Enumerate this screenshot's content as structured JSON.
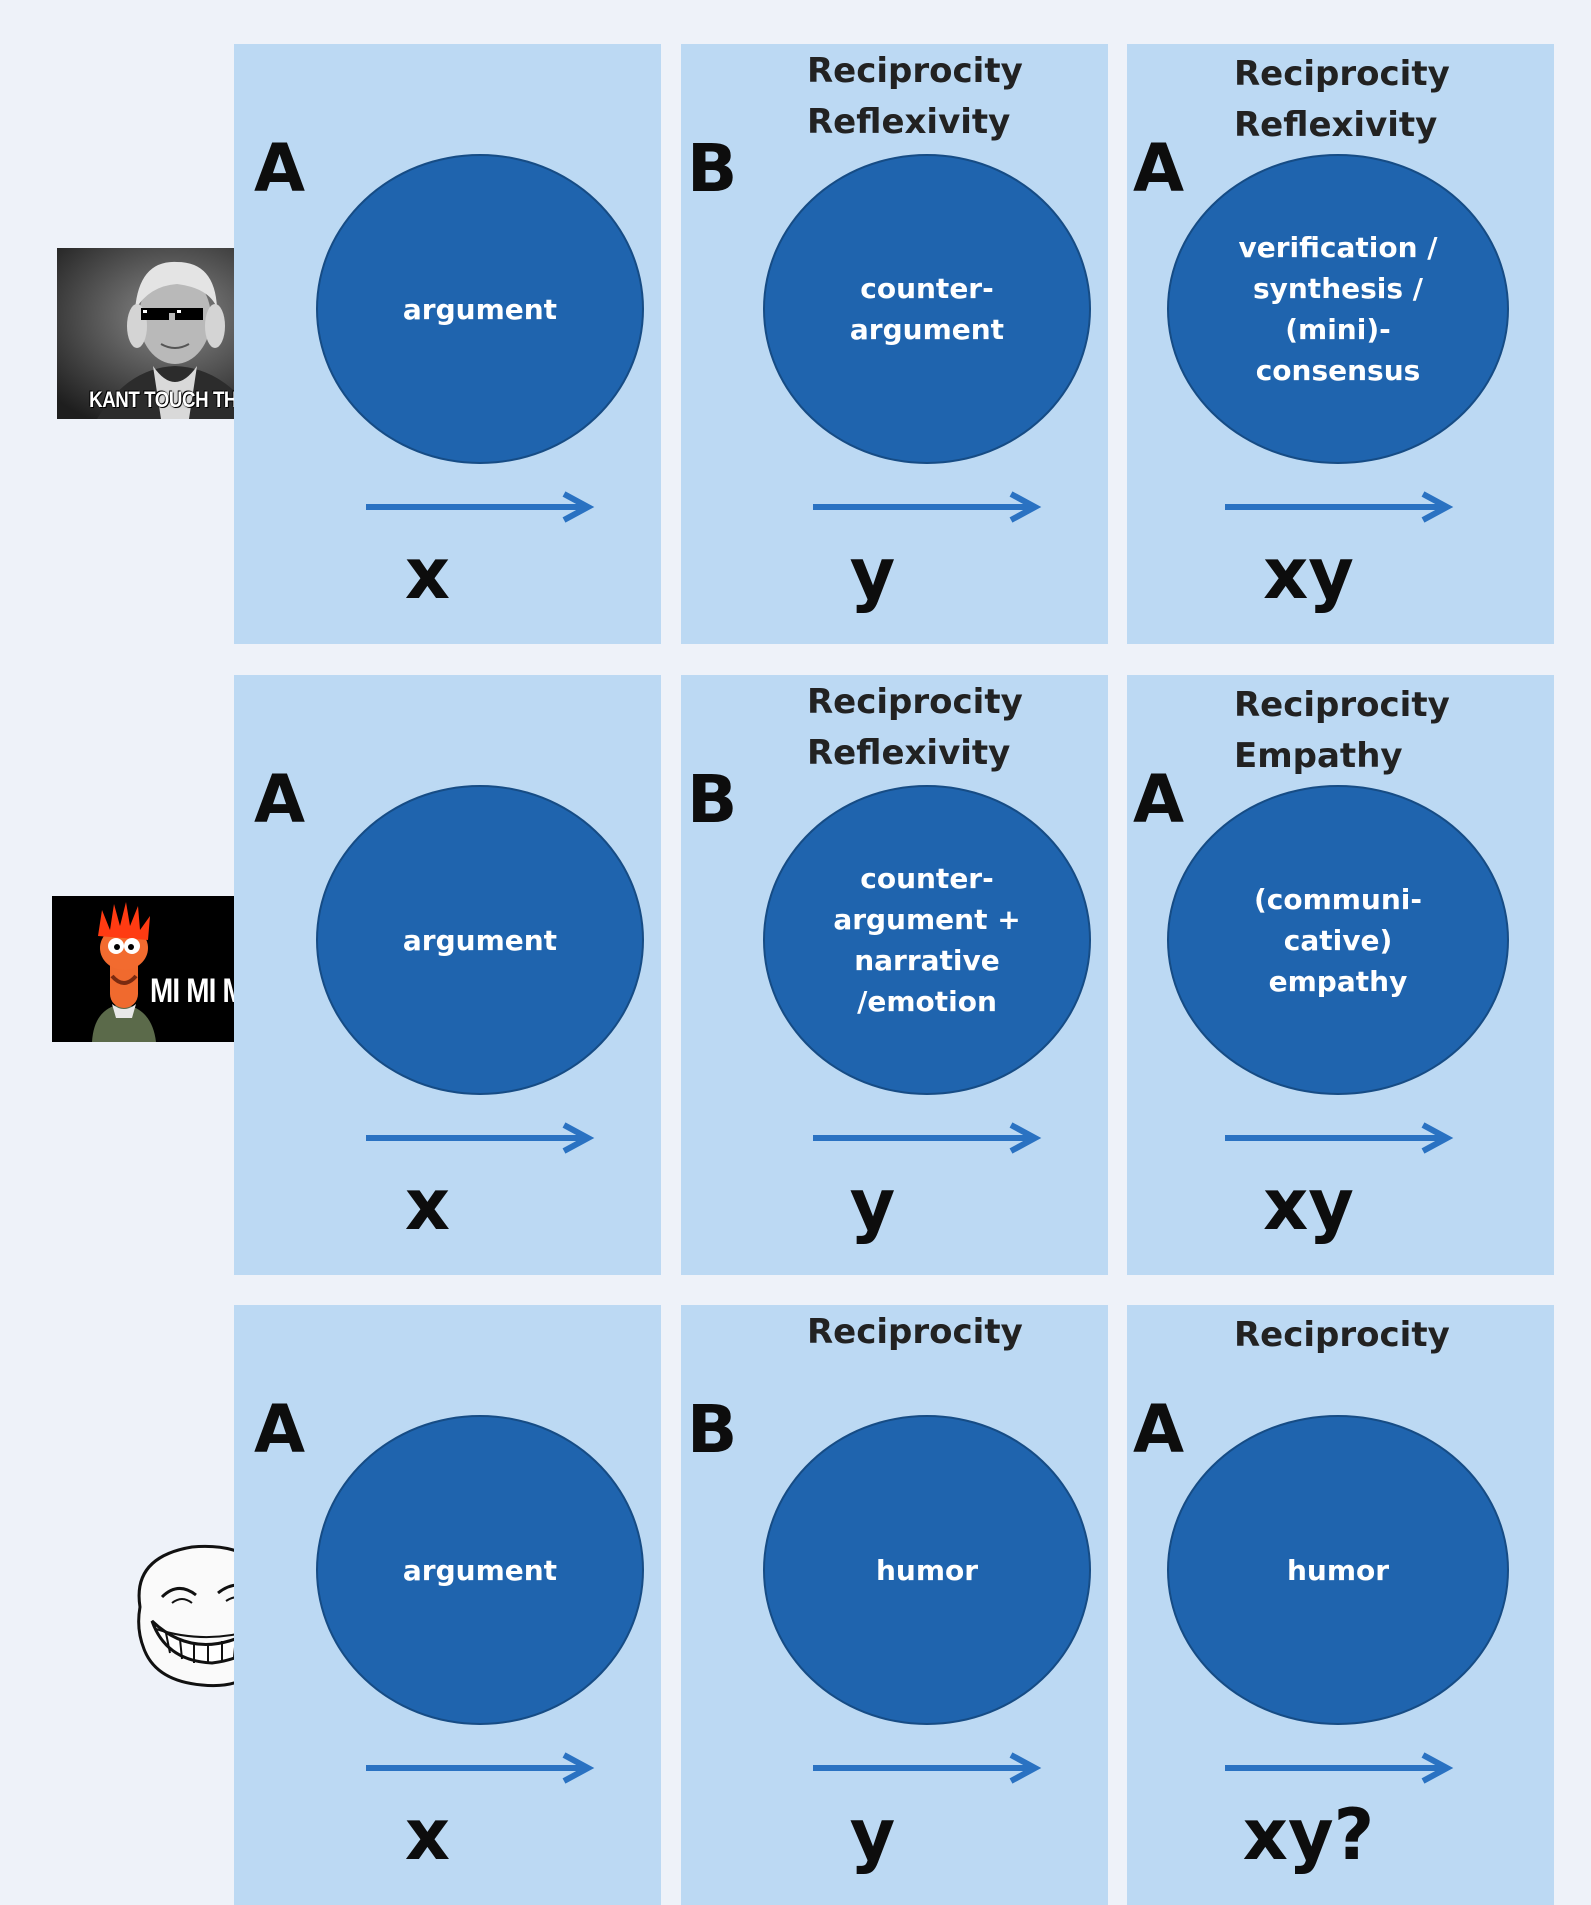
{
  "rows": [
    {
      "meme": {
        "name": "kant-meme",
        "caption": "KANT TOUCH THIS"
      },
      "panels": [
        {
          "heading": [],
          "speaker": "A",
          "circle_text": "argument",
          "variable": "x"
        },
        {
          "heading": [
            "Reciprocity",
            "Reflexivity"
          ],
          "speaker": "B",
          "circle_text": "counter-\nargument",
          "variable": "y"
        },
        {
          "heading": [
            "Reciprocity",
            "Reflexivity"
          ],
          "speaker": "A",
          "circle_text": "verification /\nsynthesis /\n(mini)-\nconsensus",
          "variable": "xy"
        }
      ]
    },
    {
      "meme": {
        "name": "beaker-meme",
        "caption": "MI MI MI"
      },
      "panels": [
        {
          "heading": [],
          "speaker": "A",
          "circle_text": "argument",
          "variable": "x"
        },
        {
          "heading": [
            "Reciprocity",
            "Reflexivity"
          ],
          "speaker": "B",
          "circle_text": "counter-\nargument +\nnarrative\n/emotion",
          "variable": "y"
        },
        {
          "heading": [
            "Reciprocity",
            "Empathy"
          ],
          "speaker": "A",
          "circle_text": "(communi-\ncative)\nempathy",
          "variable": "xy"
        }
      ]
    },
    {
      "meme": {
        "name": "trollface-meme",
        "caption": ""
      },
      "panels": [
        {
          "heading": [],
          "speaker": "A",
          "circle_text": "argument",
          "variable": "x"
        },
        {
          "heading": [
            "Reciprocity"
          ],
          "speaker": "B",
          "circle_text": "humor",
          "variable": "y"
        },
        {
          "heading": [
            "Reciprocity"
          ],
          "speaker": "A",
          "circle_text": "humor",
          "variable": "xy?"
        }
      ]
    }
  ],
  "colors": {
    "background": "#eef2f9",
    "panel": "#bcd9f3",
    "circle": "#1f64ae",
    "arrow": "#2a72c2"
  }
}
